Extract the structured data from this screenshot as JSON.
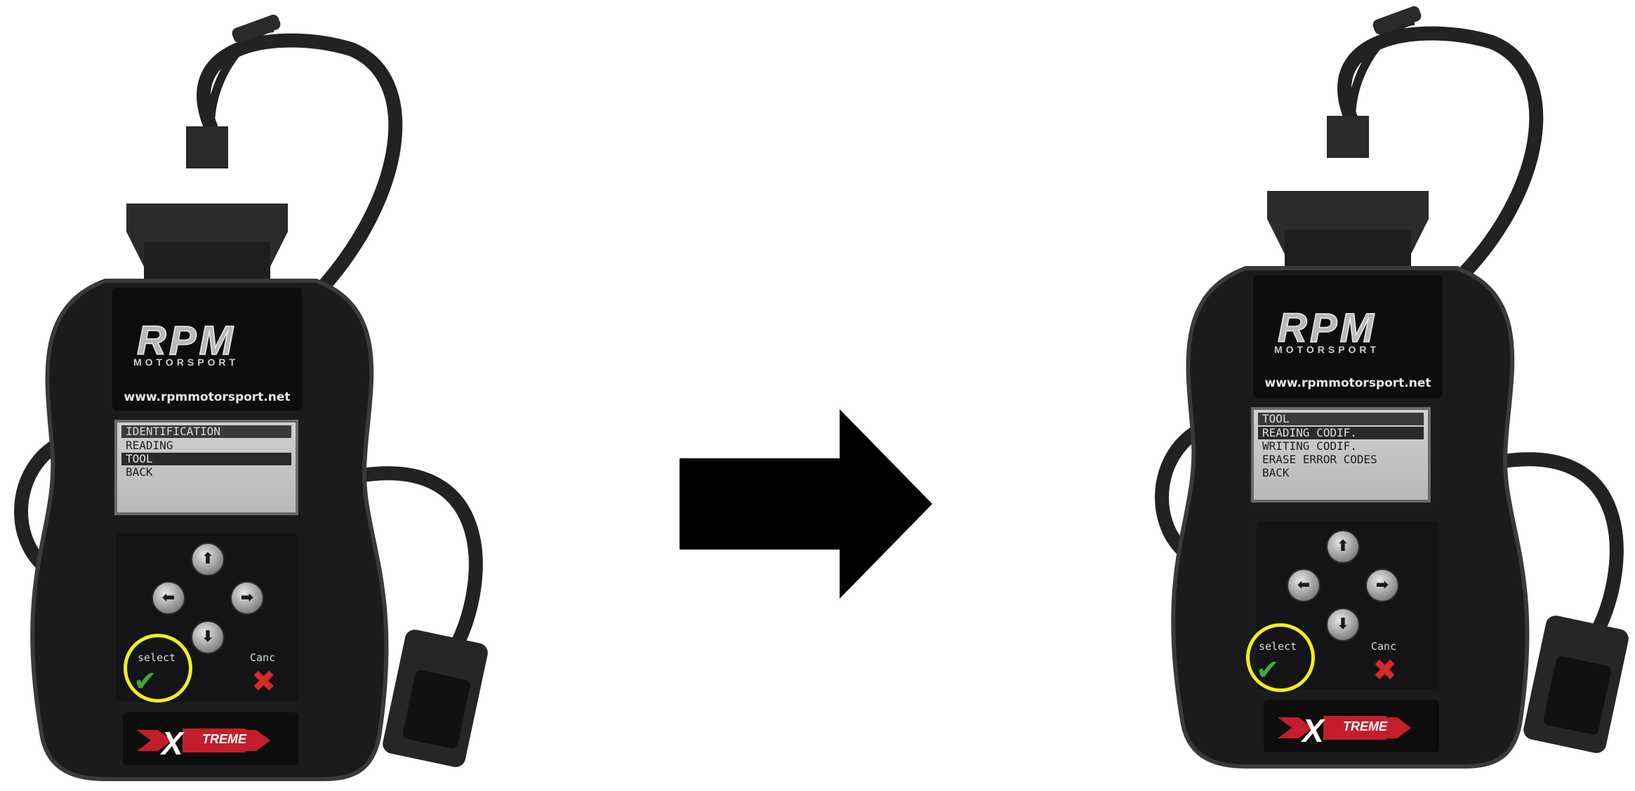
{
  "left_device": {
    "url": "www.rpmmotorsport.net",
    "screen_title": "IDENTIFICATION",
    "menu": [
      "READING",
      "TOOL",
      "BACK"
    ],
    "selected_index": 1,
    "select_label": "select",
    "cancel_label": "Canc",
    "logo_text": "RPM",
    "logo_sub": "MOTORSPORT",
    "xtreme_text": "TREME"
  },
  "right_device": {
    "url": "www.rpmmotorsport.net",
    "screen_title": "TOOL",
    "menu": [
      "READING CODIF.",
      "WRITING CODIF.",
      "ERASE ERROR CODES",
      "BACK"
    ],
    "selected_index": 0,
    "select_label": "select",
    "cancel_label": "Canc",
    "logo_text": "RPM",
    "logo_sub": "MOTORSPORT",
    "xtreme_text": "TREME"
  },
  "colors": {
    "device_body": "#1b1b1d",
    "highlight_ring": "#f2ee1c",
    "confirm": "#3fa83a",
    "cancel": "#d42a2a",
    "brand_red": "#c41e2a"
  },
  "icons": [
    "arrow-up-icon",
    "arrow-left-icon",
    "arrow-right-icon",
    "arrow-down-icon",
    "check-icon",
    "cancel-x-icon",
    "right-arrow-icon"
  ]
}
